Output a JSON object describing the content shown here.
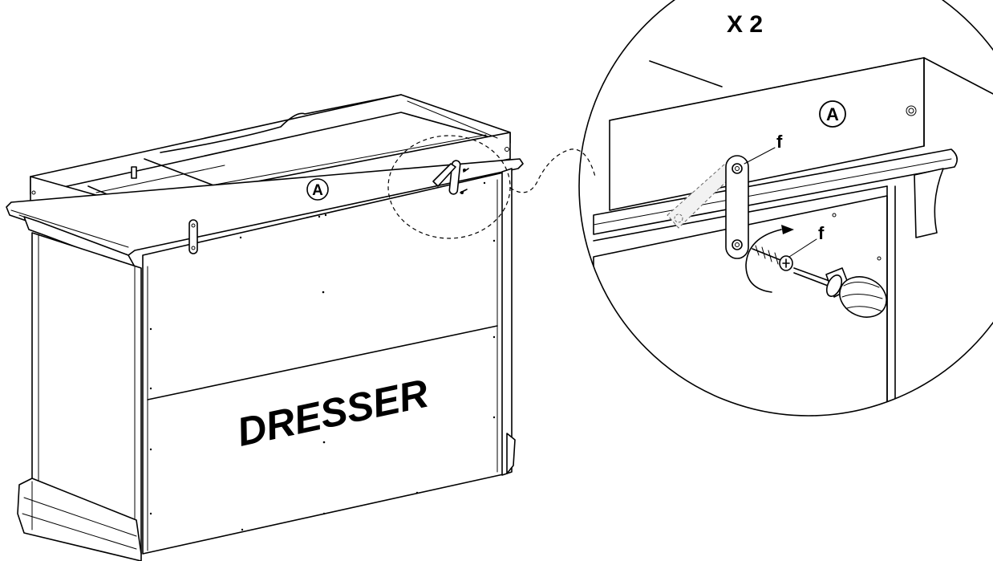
{
  "figure": {
    "multiplier": "X 2",
    "part_label_main": "A",
    "part_label_zoom": "A",
    "hardware_label_bracket": "f",
    "hardware_label_screw": "f",
    "panel_text": "DRESSER"
  }
}
